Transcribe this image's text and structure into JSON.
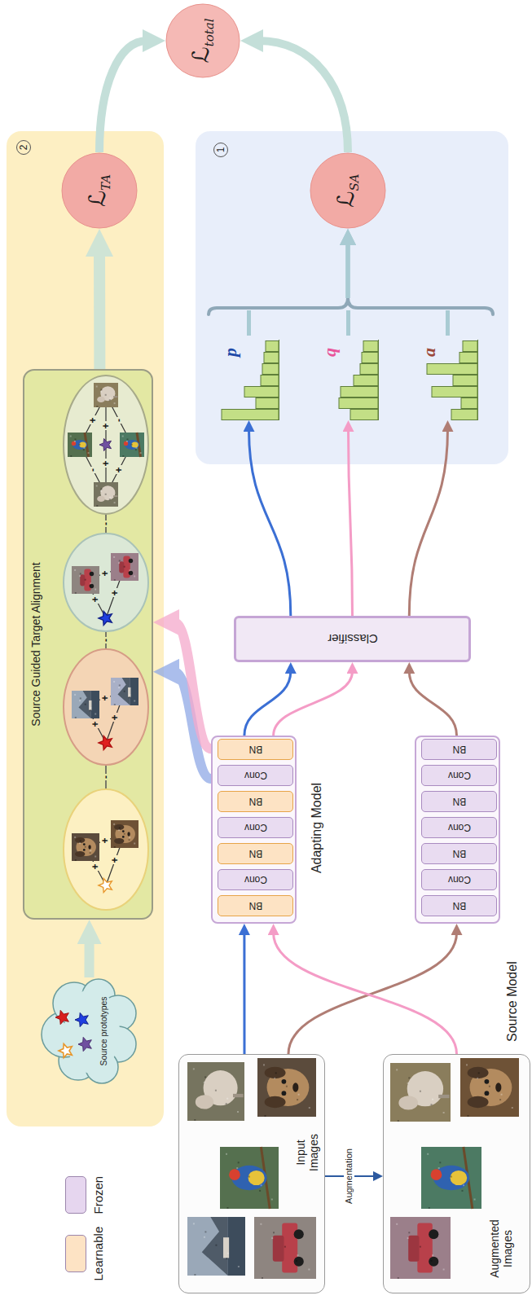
{
  "diagram": {
    "nodes": [
      {
        "text": [
          "Input Images"
        ]
      },
      {
        "text": [
          "Augmented Images"
        ]
      },
      {
        "text": [
          "Adapting Model"
        ]
      },
      {
        "text": [
          "BN"
        ],
        "in": 2
      },
      {
        "text": [
          "Conv"
        ],
        "in": 2
      },
      {
        "text": [
          "BN"
        ],
        "in": 2
      },
      {
        "text": [
          "Conv"
        ],
        "in": 2
      },
      {
        "text": [
          "BN"
        ],
        "in": 2
      },
      {
        "text": [
          "Conv"
        ],
        "in": 2
      },
      {
        "text": [
          "BN"
        ],
        "in": 2
      },
      {
        "text": [
          "Source Model"
        ]
      },
      {
        "text": [
          "BN"
        ],
        "in": 10
      },
      {
        "text": [
          "Conv"
        ],
        "in": 10
      },
      {
        "text": [
          "BN"
        ],
        "in": 10
      },
      {
        "text": [
          "Conv"
        ],
        "in": 10
      },
      {
        "text": [
          "BN"
        ],
        "in": 10
      },
      {
        "text": [
          "Conv"
        ],
        "in": 10
      },
      {
        "text": [
          "BN"
        ],
        "in": 10
      },
      {
        "text": [
          "Classifier"
        ]
      },
      {
        "text": [
          "2"
        ]
      },
      {
        "text": [
          "Source prototypes"
        ],
        "in": 19
      },
      {
        "text": [
          "Source Guided Target Alignment"
        ],
        "in": 19
      },
      {
        "text": [
          "ℒTA"
        ],
        "in": 19
      },
      {
        "text": [
          "1"
        ]
      },
      {
        "text": [
          "p"
        ],
        "in": 23
      },
      {
        "text": [
          "q"
        ],
        "in": 23
      },
      {
        "text": [
          "a"
        ],
        "in": 23
      },
      {
        "text": [
          "ℒSA"
        ],
        "in": 23
      },
      {
        "text": [
          "ℒtotal"
        ]
      }
    ],
    "edges": [
      {
        "from": 0,
        "to": 1,
        "label": "Augmentation",
        "arrow": "to"
      },
      {
        "from": 0,
        "to": 2,
        "arrow": "to"
      },
      {
        "from": 0,
        "to": 10,
        "arrow": "to"
      },
      {
        "from": 1,
        "to": 2,
        "arrow": "to"
      },
      {
        "from": 2,
        "to": 18,
        "arrow": "to"
      },
      {
        "from": 2,
        "to": 18,
        "arrow": "to"
      },
      {
        "from": 10,
        "to": 18,
        "arrow": "to"
      },
      {
        "from": 18,
        "to": 24,
        "arrow": "to"
      },
      {
        "from": 18,
        "to": 25,
        "arrow": "to"
      },
      {
        "from": 18,
        "to": 26,
        "arrow": "to"
      },
      {
        "from": 2,
        "to": 21,
        "arrow": "to"
      },
      {
        "from": 2,
        "to": 21,
        "arrow": "to"
      },
      {
        "from": 20,
        "to": 21,
        "arrow": "to"
      },
      {
        "from": 21,
        "to": 22,
        "arrow": "to"
      },
      {
        "from": 22,
        "to": 28,
        "arrow": "to"
      },
      {
        "from": 27,
        "to": 28,
        "arrow": "to"
      },
      {
        "from": 24,
        "to": 27,
        "arrow": "to"
      },
      {
        "from": 25,
        "to": 27,
        "arrow": "to"
      },
      {
        "from": 26,
        "to": 27,
        "arrow": "to"
      }
    ],
    "labels": [
      "+",
      "+",
      "+",
      "-",
      "+",
      "+",
      "+",
      "-",
      "+",
      "+",
      "+",
      "-",
      "+",
      "+",
      "-",
      "+",
      "-",
      "+"
    ],
    "legend": [
      {
        "text": "Frozen",
        "color": "#e6d6ef"
      },
      {
        "text": "Learnable",
        "color": "#fde3c4"
      }
    ]
  }
}
